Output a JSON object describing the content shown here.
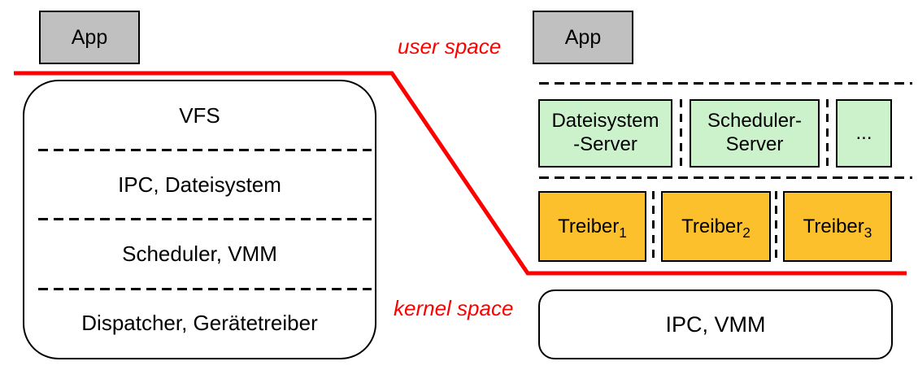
{
  "diagram": {
    "boundary_labels": {
      "user_space": "user space",
      "kernel_space": "kernel space"
    },
    "colors": {
      "boundary_line": "#ff0000",
      "app_box_fill": "#c0c0c0",
      "server_box_fill": "#ccf2cc",
      "driver_box_fill": "#fcc02c",
      "outline": "#000000",
      "background": "#ffffff"
    },
    "monolithic": {
      "app_label": "App",
      "kernel_layers": [
        "VFS",
        "IPC, Dateisystem",
        "Scheduler, VMM",
        "Dispatcher, Gerätetreiber"
      ]
    },
    "microkernel": {
      "app_label": "App",
      "user_servers": [
        "Dateisystem\n-Server",
        "Scheduler-\nServer",
        "..."
      ],
      "drivers": [
        {
          "base": "Treiber",
          "sub": "1"
        },
        {
          "base": "Treiber",
          "sub": "2"
        },
        {
          "base": "Treiber",
          "sub": "3"
        }
      ],
      "kernel_label": "IPC, VMM"
    }
  }
}
